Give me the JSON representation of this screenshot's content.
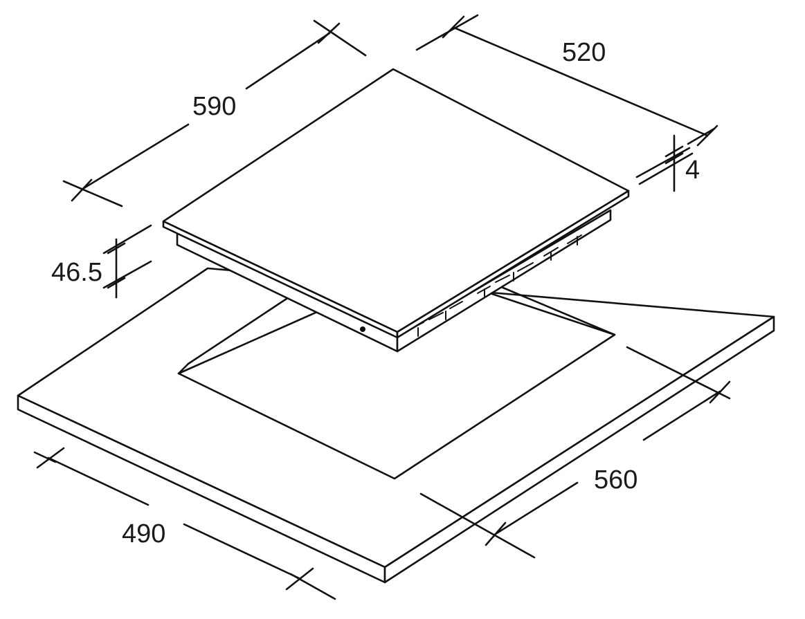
{
  "dimensions": {
    "hob_width": "590",
    "hob_depth": "520",
    "glass_thickness": "4",
    "hob_height": "46.5",
    "cutout_width": "560",
    "cutout_depth": "490"
  },
  "colors": {
    "line": "#111111",
    "background": "#ffffff"
  }
}
